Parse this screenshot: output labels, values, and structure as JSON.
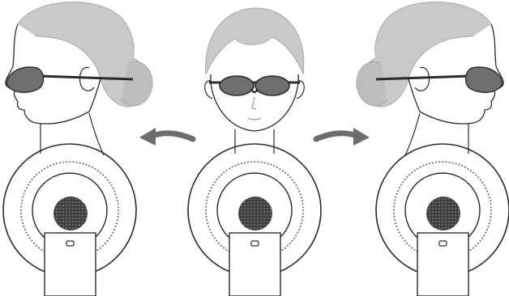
{
  "illustration": {
    "panels": [
      {
        "id": "left",
        "view": "profile-facing-left"
      },
      {
        "id": "center",
        "view": "front"
      },
      {
        "id": "right",
        "view": "profile-facing-right"
      }
    ],
    "arrows": [
      {
        "id": "arrow-left",
        "direction": "left"
      },
      {
        "id": "arrow-right",
        "direction": "right"
      }
    ]
  },
  "colors": {
    "background": "#ffffff",
    "outline": "#2b2b2b",
    "hair": "#c9c9c9",
    "hair_shade": "#a9a9a9",
    "goggle_lens": "#6f6f6f",
    "device_grille": "#3f3f3f",
    "arrow": "#6d6d6d"
  }
}
